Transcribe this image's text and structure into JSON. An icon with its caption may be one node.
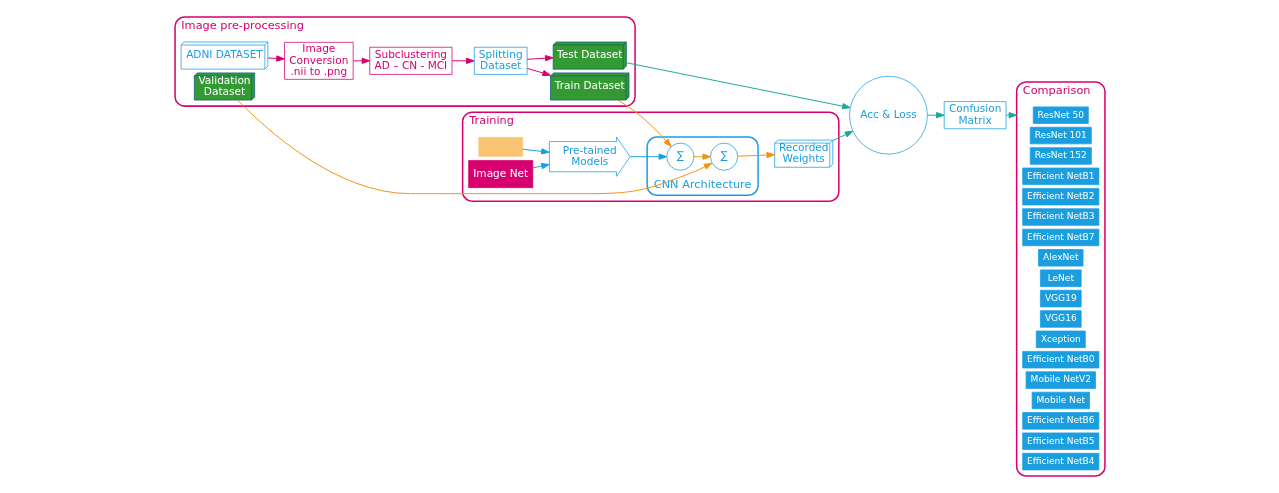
{
  "diagram": {
    "nodes": [
      {
        "text": [
          "Image pre-processing"
        ]
      },
      {
        "text": [
          "ADNI DATASET"
        ],
        "in": 0
      },
      {
        "text": [
          "Image Conversion .nii to .png"
        ],
        "in": 0
      },
      {
        "text": [
          "Subclustering AD – CN - MCI"
        ],
        "in": 0
      },
      {
        "text": [
          "Splitting Dataset"
        ],
        "in": 0
      },
      {
        "text": [
          "Train Dataset"
        ],
        "in": 0
      },
      {
        "text": [
          "Validation Dataset"
        ],
        "in": 0
      },
      {
        "text": [
          "Test Dataset"
        ],
        "in": 0
      },
      {
        "text": [
          "Training"
        ]
      },
      {
        "text": [],
        "shape": "box",
        "in": 8
      },
      {
        "text": [
          "Image Net"
        ],
        "in": 8
      },
      {
        "text": [
          "Pre-tained Models"
        ],
        "in": 8
      },
      {
        "text": [
          "CNN Architecture"
        ],
        "in": 8
      },
      {
        "text": [
          "∑"
        ],
        "in": 12
      },
      {
        "text": [
          "∑"
        ],
        "in": 12
      },
      {
        "text": [
          "Recorded Weights"
        ],
        "in": 8
      },
      {
        "text": [
          "Confusion Matrix"
        ]
      },
      {
        "text": [
          "Acc & Loss"
        ]
      },
      {
        "text": [
          "Comparison"
        ]
      },
      {
        "text": [
          "ResNet 50"
        ],
        "in": 18
      },
      {
        "text": [
          "ResNet 101"
        ],
        "in": 18
      },
      {
        "text": [
          "ResNet 152"
        ],
        "in": 18
      },
      {
        "text": [
          "Efficient NetB1"
        ],
        "in": 18
      },
      {
        "text": [
          "Efficient NetB2"
        ],
        "in": 18
      },
      {
        "text": [
          "Efficient NetB3"
        ],
        "in": 18
      },
      {
        "text": [
          "Efficient NetB7"
        ],
        "in": 18
      },
      {
        "text": [
          "AlexNet"
        ],
        "in": 18
      },
      {
        "text": [
          "LeNet"
        ],
        "in": 18
      },
      {
        "text": [
          "VGG19"
        ],
        "in": 18
      },
      {
        "text": [
          "VGG16"
        ],
        "in": 18
      },
      {
        "text": [
          "Xception"
        ],
        "in": 18
      },
      {
        "text": [
          "Efficient NetB0"
        ],
        "in": 18
      },
      {
        "text": [
          "Mobile NetV2"
        ],
        "in": 18
      },
      {
        "text": [
          "Mobile Net"
        ],
        "in": 18
      },
      {
        "text": [
          "Efficient NetB6"
        ],
        "in": 18
      },
      {
        "text": [
          "Efficient NetB5"
        ],
        "in": 18
      },
      {
        "text": [
          "Efficient NetB4"
        ],
        "in": 18
      }
    ],
    "edges": [
      {
        "from": 1,
        "to": 2,
        "arrow": "to",
        "color": "#d6006f"
      },
      {
        "from": 2,
        "to": 3,
        "arrow": "to",
        "color": "#d6006f"
      },
      {
        "from": 3,
        "to": 4,
        "arrow": "to",
        "color": "#d6006f"
      },
      {
        "from": 4,
        "to": 5,
        "arrow": "to",
        "color": "#d6006f"
      },
      {
        "from": 4,
        "to": 7,
        "arrow": "to",
        "color": "#d6006f"
      },
      {
        "from": 9,
        "to": 11,
        "arrow": "to",
        "color": "#1a9ee0"
      },
      {
        "from": 10,
        "to": 11,
        "arrow": "to",
        "color": "#1a9ee0"
      },
      {
        "from": 11,
        "to": 13,
        "arrow": "to",
        "color": "#1a9ee0"
      },
      {
        "from": 13,
        "to": 14,
        "arrow": "to",
        "color": "#f0930f"
      },
      {
        "from": 14,
        "to": 15,
        "arrow": "to",
        "color": "#f0930f"
      },
      {
        "from": 5,
        "to": 13,
        "arrow": "to",
        "color": "#f0930f"
      },
      {
        "from": 6,
        "to": 14,
        "arrow": "to",
        "color": "#f0930f"
      },
      {
        "from": 15,
        "to": 17,
        "arrow": "to",
        "color": "#1aa89a"
      },
      {
        "from": 7,
        "to": 17,
        "arrow": "to",
        "color": "#1aa89a"
      },
      {
        "from": 17,
        "to": 16,
        "arrow": "to",
        "color": "#1aa89a"
      },
      {
        "from": 16,
        "to": 18,
        "arrow": "to",
        "color": "#1aa89a"
      }
    ]
  }
}
